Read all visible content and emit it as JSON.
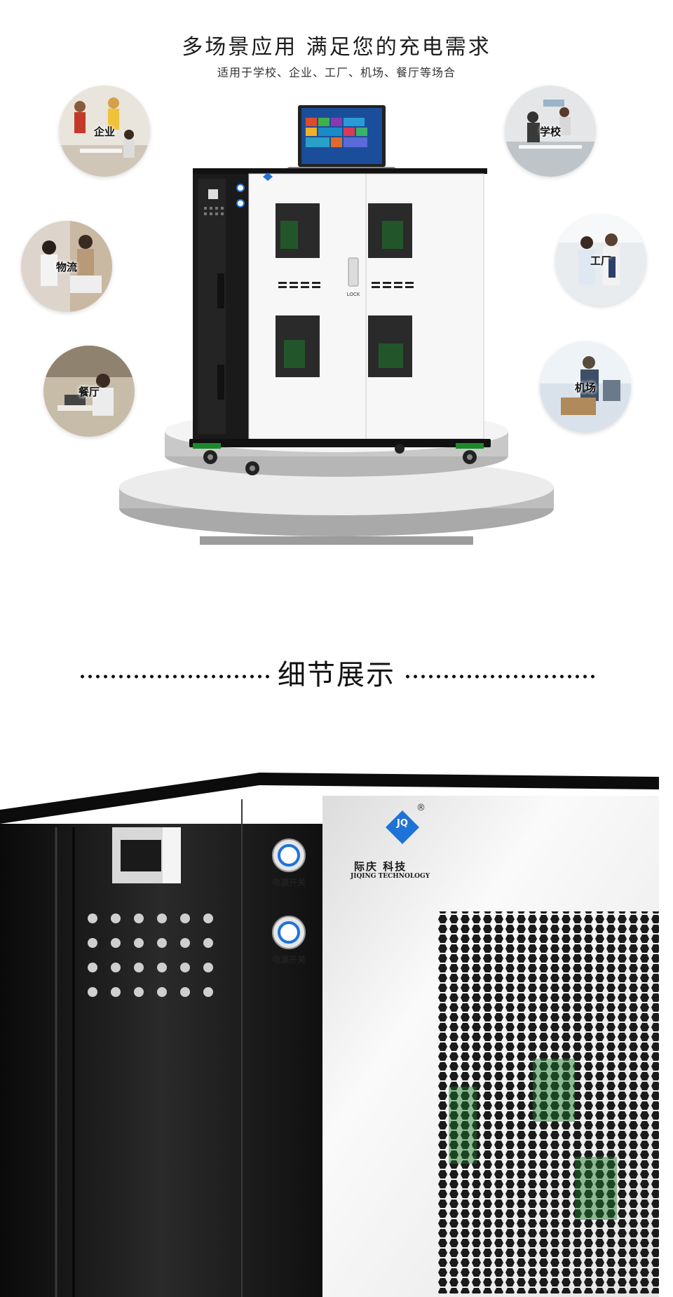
{
  "header": {
    "title": "多场景应用  满足您的充电需求",
    "subtitle": "适用于学校、企业、工厂、机场、餐厅等场合"
  },
  "scenes": [
    {
      "label": "企业"
    },
    {
      "label": "学校"
    },
    {
      "label": "物流"
    },
    {
      "label": "工厂"
    },
    {
      "label": "餐厅"
    },
    {
      "label": "机场"
    }
  ],
  "cabinet": {
    "lock_label": "LOCK"
  },
  "details": {
    "title": "细节展示",
    "switch_label_1": "电源开关",
    "switch_label_2": "电源开关",
    "brand_cn": "际庆 科技",
    "brand_en": "JIQING TECHNOLOGY",
    "logo_text": "JQ",
    "registered": "®"
  },
  "colors": {
    "accent_blue": "#1e73d8",
    "cabinet_black": "#111111",
    "vent_green": "#1c7a2a"
  }
}
